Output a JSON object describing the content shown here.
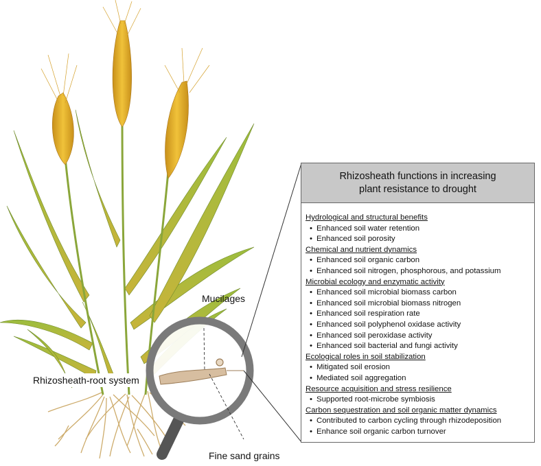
{
  "labels": {
    "mucilages": "Mucilages",
    "rhizosheath_root_system": "Rhizosheath-root system",
    "fine_sand_grains": "Fine sand grains"
  },
  "panel": {
    "title_line1": "Rhizosheath functions in increasing",
    "title_line2": "plant resistance to drought",
    "sections": [
      {
        "title": "Hydrological and structural benefits",
        "items": [
          "Enhanced soil water retention",
          "Enhanced  soil porosity"
        ]
      },
      {
        "title": "Chemical and nutrient dynamics",
        "items": [
          "Enhanced soil organic carbon",
          "Enhanced soil nitrogen, phosphorous, and potassium"
        ]
      },
      {
        "title": "Microbial ecology and enzymatic activity",
        "items": [
          "Enhanced soil microbial biomass carbon",
          "Enhanced soil microbial biomass nitrogen",
          "Enhanced soil respiration rate",
          "Enhanced soil polyphenol oxidase activity",
          "Enhanced soil peroxidase activity",
          "Enhanced soil bacterial and fungi activity"
        ]
      },
      {
        "title": "Ecological roles in soil stabilization",
        "items": [
          "Mitigated soil erosion",
          "Mediated soil aggregation"
        ]
      },
      {
        "title": "Resource acquisition and stress resilience",
        "items": [
          "Supported root-microbe symbiosis"
        ]
      },
      {
        "title": "Carbon sequestration and soil organic matter dynamics",
        "items": [
          "Contributed to carbon cycling through rhizodeposition",
          "Enhance soil organic carbon turnover"
        ]
      }
    ]
  },
  "colors": {
    "leaf_green": "#8fb33a",
    "leaf_yellow": "#c9b43c",
    "wheat_gold": "#d9a722",
    "root_tan": "#caa25a",
    "magnifier_gray": "#7a7a7a",
    "header_gray": "#c8c8c8"
  },
  "icons": [
    "wheat-plant-illustration",
    "magnifier-icon"
  ]
}
